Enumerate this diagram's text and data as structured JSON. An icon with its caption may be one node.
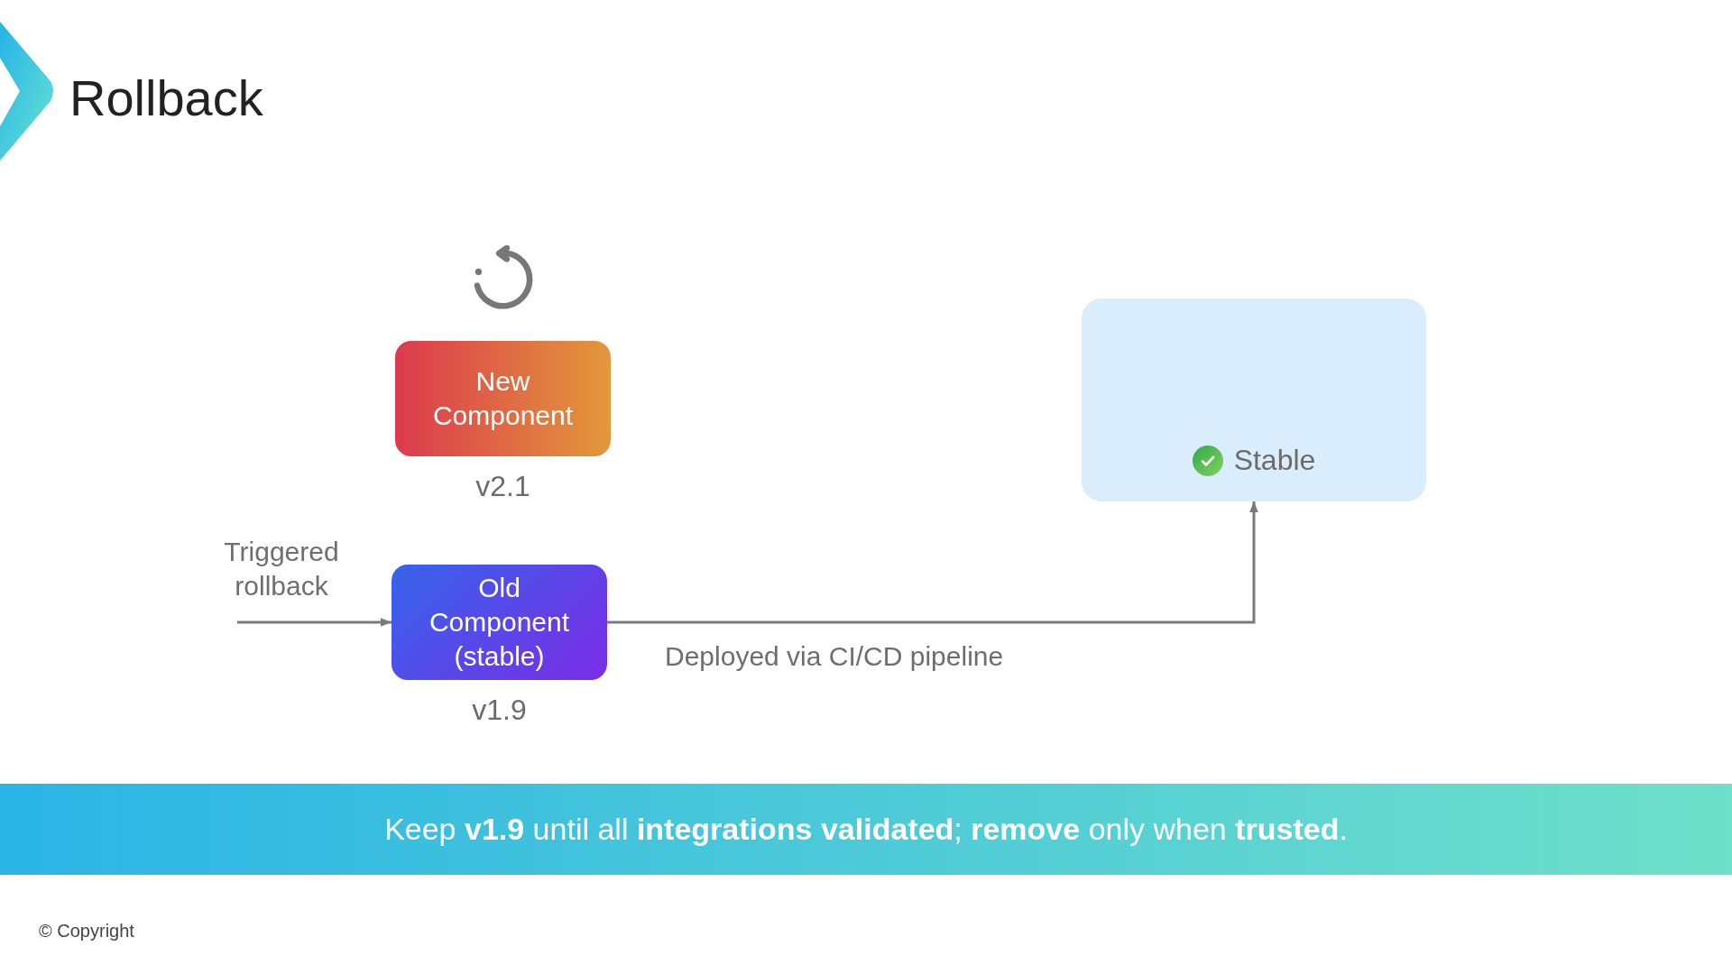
{
  "diagram": {
    "title": "Rollback",
    "nodes": [
      {
        "text": [
          "New Component"
        ],
        "beside": [
          "v2.1"
        ]
      },
      {
        "text": [
          "Old Component (stable)"
        ],
        "beside": [
          "v1.9"
        ]
      },
      {
        "text": [
          "Stable"
        ]
      },
      {
        "text": [
          "Keep **v1.9** until all **integrations validated**; **remove** only when **trusted**."
        ]
      }
    ],
    "edges": [
      {
        "from": null,
        "to": 1,
        "arrow": "to",
        "label": "Triggered rollback"
      },
      {
        "from": 1,
        "to": 2,
        "arrow": "to",
        "label": "Deployed via CI/CD pipeline"
      }
    ],
    "labels": [
      "© Copyright"
    ]
  }
}
